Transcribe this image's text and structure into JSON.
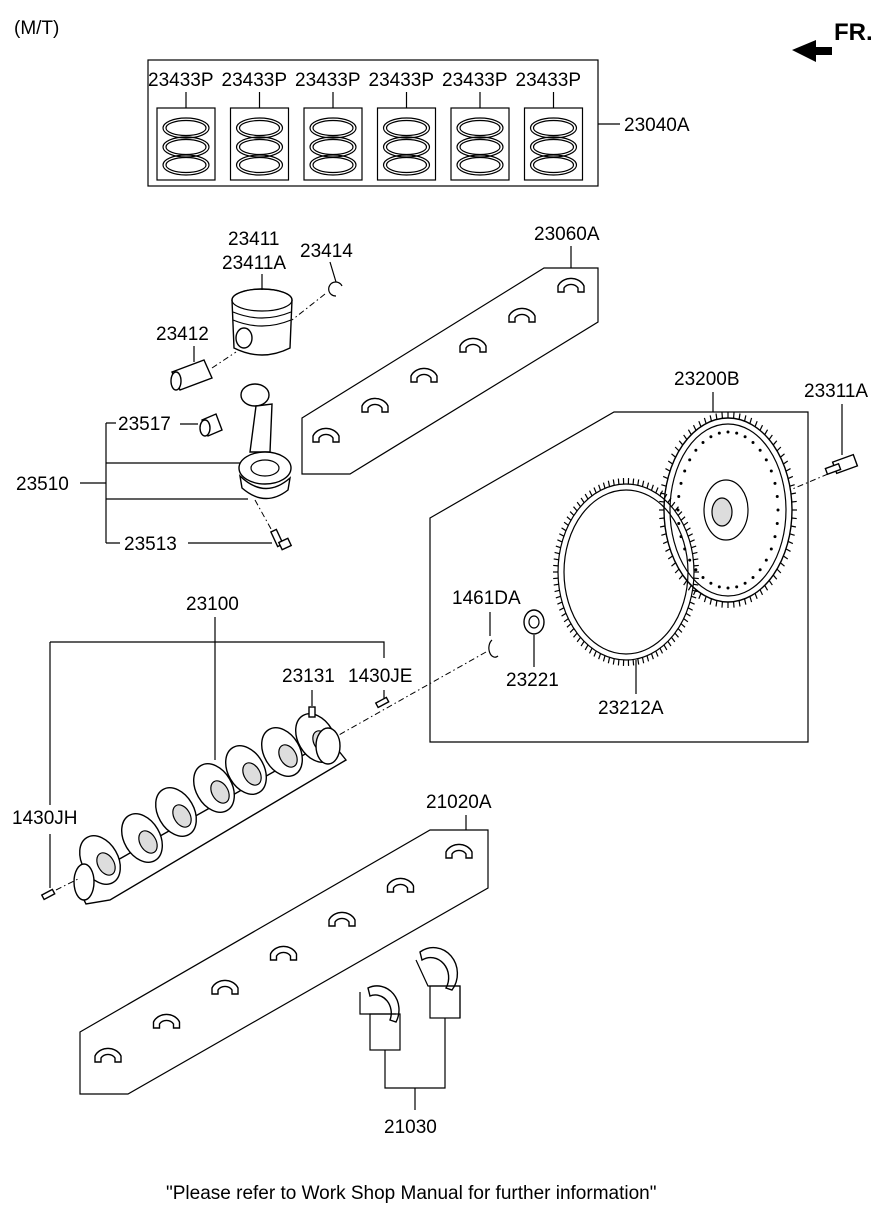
{
  "header": {
    "variant": "(M/T)",
    "direction": "FR."
  },
  "labels": {
    "ring_set": "23040A",
    "ring": "23433P",
    "piston": "23411",
    "piston_alt": "23411A",
    "snap_ring": "23414",
    "piston_pin": "23412",
    "bushing": "23517",
    "conrod": "23510",
    "conrod_bolt": "23513",
    "upper_bearing_set": "23060A",
    "flywheel_assy": "23200B",
    "flywheel_bolt": "23311A",
    "pilot_ring": "1461DA",
    "pilot_bearing": "23221",
    "ring_gear": "23212A",
    "crankshaft": "23100",
    "crank_key": "23131",
    "pin_rear": "1430JE",
    "pin_front": "1430JH",
    "lower_bearing_set": "21020A",
    "thrust_washer": "21030"
  },
  "footer": {
    "note": "\"Please refer to Work Shop Manual for further information\""
  }
}
